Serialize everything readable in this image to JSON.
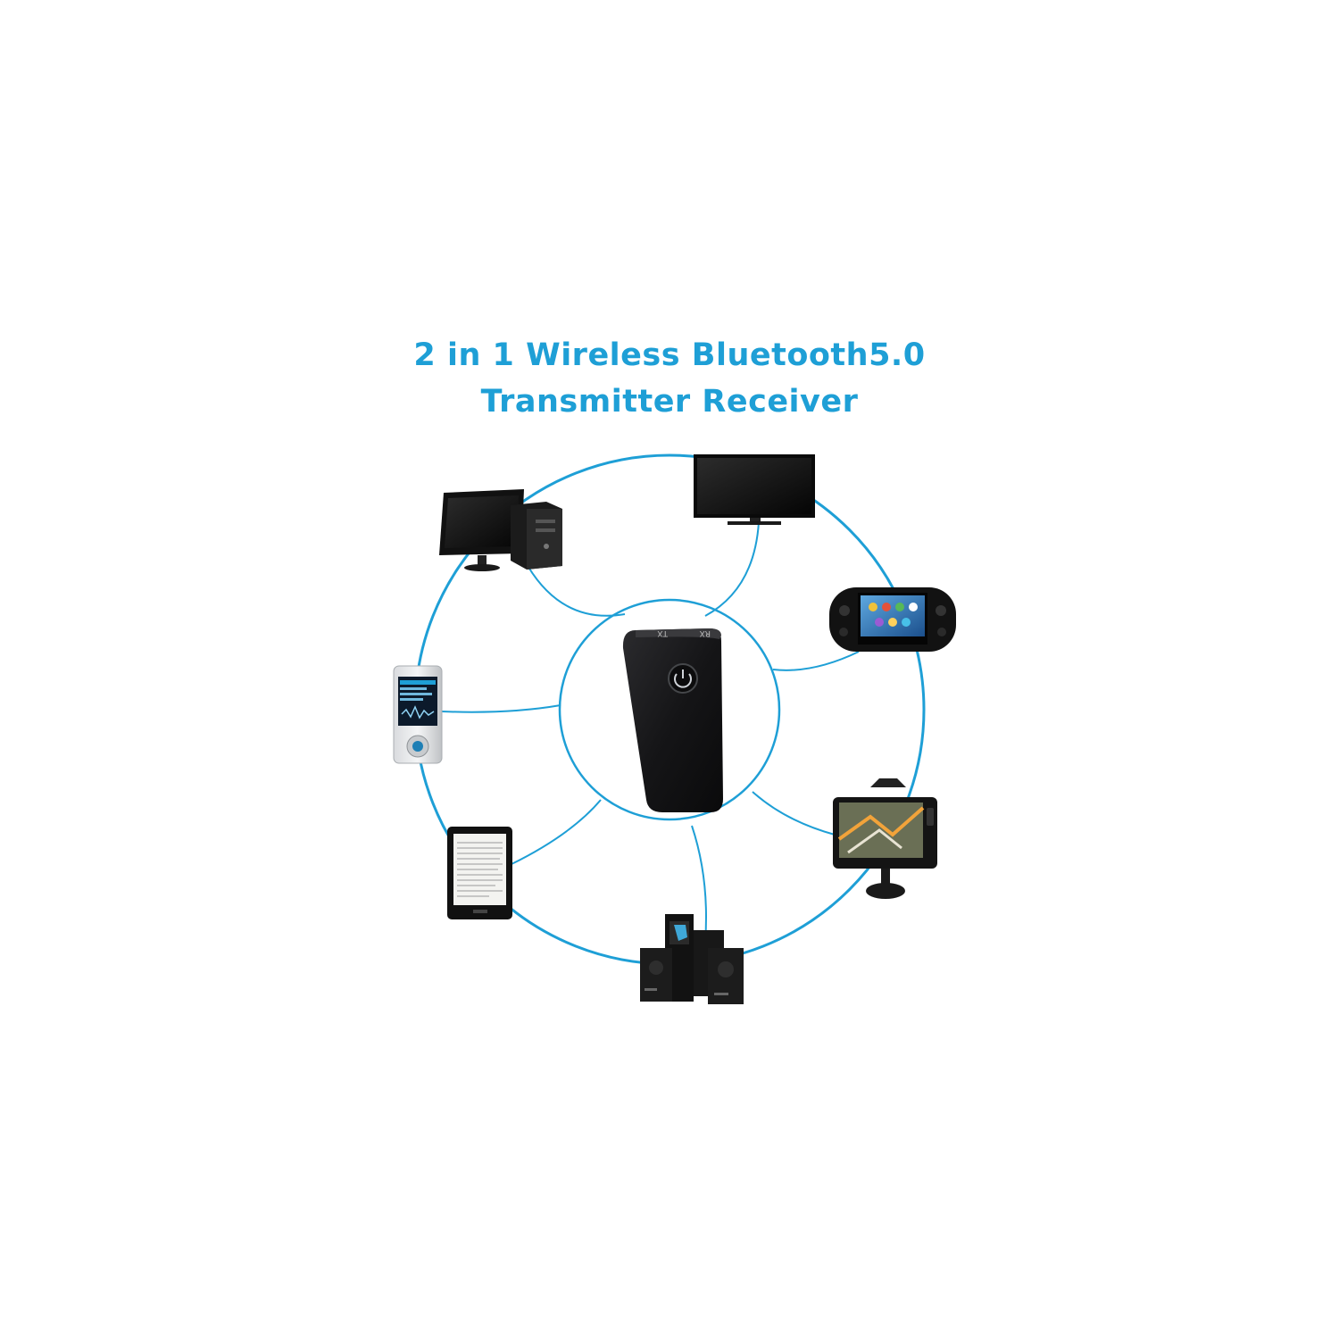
{
  "title": {
    "line1": "2 in 1 Wireless Bluetooth5.0",
    "line2": "Transmitter Receiver"
  },
  "device": {
    "tx_label": "TX",
    "rx_label": "RX"
  },
  "colors": {
    "accent": "#1e9fd6",
    "device_body": "#1c1c1e"
  },
  "icons": [
    "desktop-computer-icon",
    "tv-icon",
    "handheld-console-icon",
    "mp3-player-icon",
    "gps-navigator-icon",
    "ereader-icon",
    "speaker-system-icon",
    "power-button-icon"
  ]
}
